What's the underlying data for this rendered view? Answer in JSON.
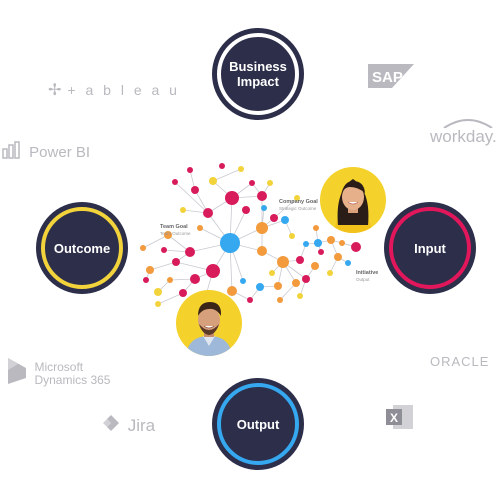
{
  "nodes": {
    "business_impact": "Business\nImpact",
    "outcome": "Outcome",
    "input": "Input",
    "output": "Output"
  },
  "logos": {
    "tableau": "+ a b l e a u",
    "sap": "SAP",
    "workday": "workday.",
    "powerbi": "Power BI",
    "microsoft": "Microsoft",
    "dynamics": "Dynamics 365",
    "oracle": "ORACLE",
    "jira": "Jira",
    "excel": "X"
  },
  "network_labels": {
    "company_goal": "Company Goal",
    "company_goal_sub": "Strategic Outcome",
    "team_goal": "Team Goal",
    "team_goal_sub": "Team Outcome",
    "initiative": "Initiative",
    "initiative_sub": "Output"
  },
  "colors": {
    "node_bg": "#2c2e4a",
    "ring_business": "#ffffff",
    "ring_outcome": "#f2d33b",
    "ring_input": "#e2175b",
    "ring_output": "#35a8f0",
    "avatar_bg": "#f4d22b",
    "net_blue": "#35a8f0",
    "net_red": "#d81b5b",
    "net_orange": "#f29a3c",
    "net_yellow": "#f2d33b"
  }
}
